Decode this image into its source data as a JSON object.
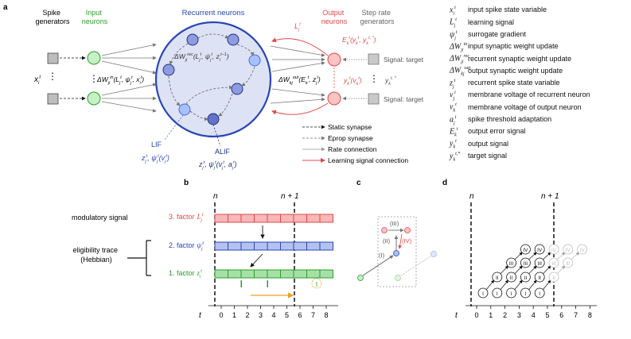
{
  "panel_letters": {
    "a": "a",
    "b": "b",
    "c": "c",
    "d": "d"
  },
  "colors": {
    "input_green": "#2a9d2a",
    "recurrent_blue": "#2946b8",
    "output_red": "#e04848",
    "step_gray": "#7a7a7a",
    "orange": "#f0a020"
  },
  "panel_a": {
    "spike_generators": [
      "Spike",
      "generators"
    ],
    "input_neurons": [
      "Input",
      "neurons"
    ],
    "recurrent_neurons": "Recurrent neurons",
    "output_neurons": [
      "Output",
      "neurons"
    ],
    "step_rate_generators": [
      "Step rate",
      "generators"
    ],
    "signal_target": "Signal: target",
    "lif": "LIF",
    "alif": "ALIF",
    "x_label": "x",
    "input_update": "ΔW",
    "lif_vars": "z, ψ(v)",
    "alif_vars": "z, ψ(v, a)",
    "learning_signal": "L",
    "output_error": "E(y, y*)",
    "output_vars": "y(v)",
    "target_var": "y*",
    "recurrent_update": "ΔW(L, ψ, z)",
    "output_update": "ΔW(E, z)",
    "input_update_full": "ΔW(L, ψ, z)",
    "connection_legend": [
      {
        "label": "Static synapse",
        "style": "static"
      },
      {
        "label": "Eprop synapse",
        "style": "eprop"
      },
      {
        "label": "Rate connection",
        "style": "rate"
      },
      {
        "label": "Learning signal connection",
        "style": "learning"
      }
    ]
  },
  "variable_legend": [
    {
      "symbol": "x",
      "sub": "i",
      "sup": "t",
      "text": "input spike state variable"
    },
    {
      "symbol": "L",
      "sub": "j",
      "sup": "t",
      "text": "learning signal"
    },
    {
      "symbol": "ψ",
      "sub": "j",
      "sup": "t",
      "text": "surrogate gradient"
    },
    {
      "symbol": "ΔW",
      "sub": "ji",
      "sup": "in",
      "text": "input synaptic weight update"
    },
    {
      "symbol": "ΔW",
      "sub": "ji",
      "sup": "rec",
      "text": "recurrent synaptic weight update"
    },
    {
      "symbol": "ΔW",
      "sub": "kj",
      "sup": "out",
      "text": "output synaptic weight update"
    },
    {
      "symbol": "z",
      "sub": "j",
      "sup": "t",
      "text": "recurrent spike state variable"
    },
    {
      "symbol": "v",
      "sub": "j",
      "sup": "t",
      "text": "membrane voltage of recurrent neuron"
    },
    {
      "symbol": "v",
      "sub": "k",
      "sup": "t",
      "text": "membrane voltage of output neuron"
    },
    {
      "symbol": "a",
      "sub": "j",
      "sup": "t",
      "text": "spike threshold adaptation"
    },
    {
      "symbol": "E",
      "sub": "k",
      "sup": "t",
      "text": "output error signal"
    },
    {
      "symbol": "y",
      "sub": "k",
      "sup": "t",
      "text": "output signal"
    },
    {
      "symbol": "y",
      "sub": "k",
      "sup": "t,*",
      "text": "target signal"
    }
  ],
  "panel_b": {
    "n_label": "n",
    "n1_label": "n + 1",
    "modulatory": "modulatory signal",
    "eligibility": [
      "eligibility trace",
      "(Hebbian)"
    ],
    "factor3": "3. factor",
    "factor2": "2. factor",
    "factor1": "1. factor",
    "factor3_sym": "L",
    "factor2_sym": "ψ",
    "factor1_sym": "z",
    "t_label": "t",
    "ticks": [
      "0",
      "1",
      "2",
      "3",
      "4",
      "5",
      "6",
      "7",
      "8"
    ],
    "highlight_marker": "I"
  },
  "panel_c": {
    "labels": [
      "(I)",
      "(II)",
      "(III)",
      "(IV)"
    ]
  },
  "panel_d": {
    "n_label": "n",
    "n1_label": "n + 1",
    "t_label": "t",
    "ticks": [
      "0",
      "1",
      "2",
      "3",
      "4",
      "5",
      "6",
      "7",
      "8"
    ],
    "roman": [
      "I",
      "II",
      "III",
      "IV"
    ]
  }
}
